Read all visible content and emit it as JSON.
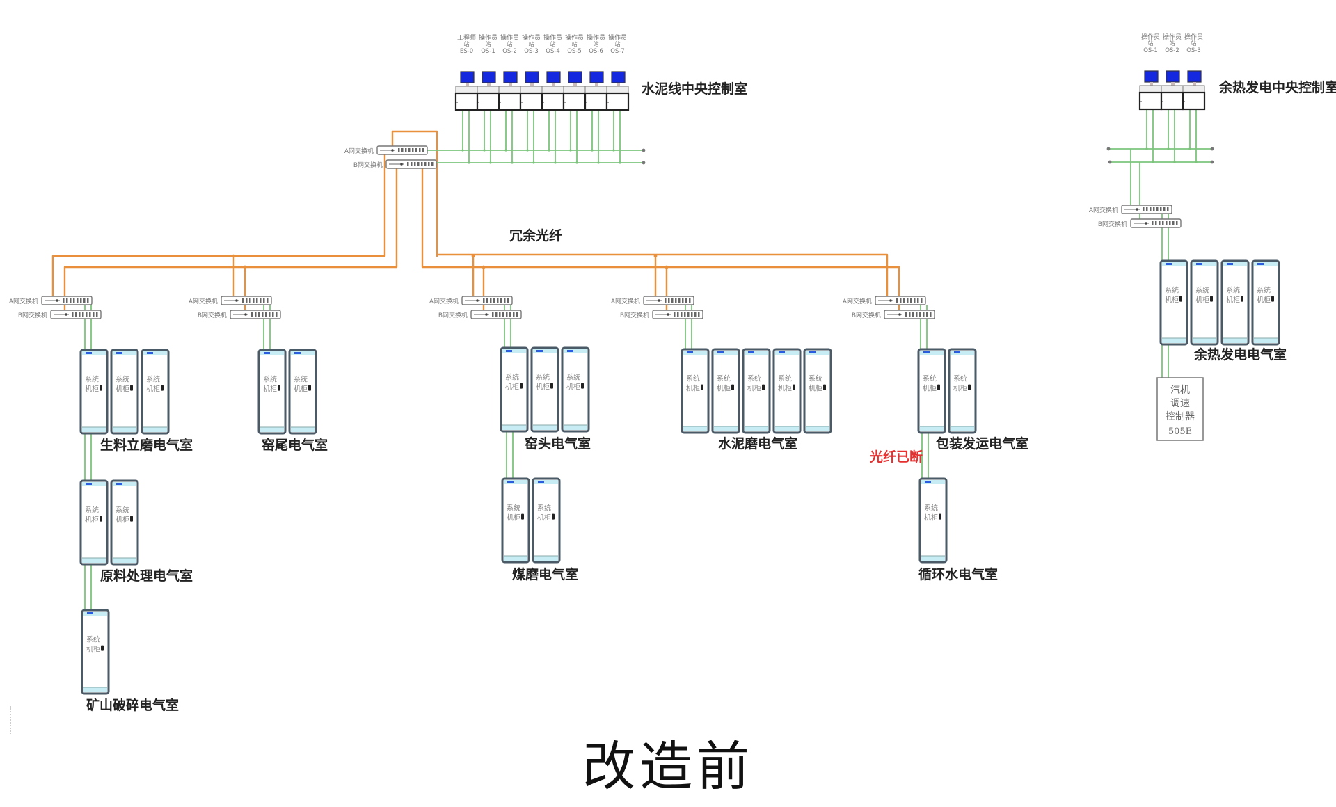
{
  "title": "改造前",
  "colors": {
    "fiber": "#e8903c",
    "network": "#7cc47c",
    "broken_label": "#e53030",
    "monitor": "#1428e0",
    "cabinet_border": "#4a5a66",
    "cabinet_band": "#c8ecf4"
  },
  "fiber_label": "冗余光纤",
  "broken_fiber_label": "光纤已断",
  "switch_labels": {
    "a": "A网交换机",
    "b": "B网交换机"
  },
  "cabinet_label": [
    "系统",
    "机柜"
  ],
  "control_rooms": [
    {
      "id": "cement",
      "name": "水泥线中央控制室",
      "stations": [
        {
          "line1": "工程师",
          "line2": "站",
          "code": "ES-0"
        },
        {
          "line1": "操作员",
          "line2": "站",
          "code": "OS-1"
        },
        {
          "line1": "操作员",
          "line2": "站",
          "code": "OS-2"
        },
        {
          "line1": "操作员",
          "line2": "站",
          "code": "OS-3"
        },
        {
          "line1": "操作员",
          "line2": "站",
          "code": "OS-4"
        },
        {
          "line1": "操作员",
          "line2": "站",
          "code": "OS-5"
        },
        {
          "line1": "操作员",
          "line2": "站",
          "code": "OS-6"
        },
        {
          "line1": "操作员",
          "line2": "站",
          "code": "OS-7"
        }
      ]
    },
    {
      "id": "waste-heat",
      "name": "余热发电中央控制室",
      "stations": [
        {
          "line1": "操作员",
          "line2": "站",
          "code": "OS-1"
        },
        {
          "line1": "操作员",
          "line2": "站",
          "code": "OS-2"
        },
        {
          "line1": "操作员",
          "line2": "站",
          "code": "OS-3"
        }
      ]
    }
  ],
  "electrical_rooms": [
    {
      "id": "raw-mill",
      "name": "生料立磨电气室",
      "cabinets": 3
    },
    {
      "id": "raw-material",
      "name": "原料处理电气室",
      "cabinets": 2
    },
    {
      "id": "mine-crushing",
      "name": "矿山破碎电气室",
      "cabinets": 1
    },
    {
      "id": "kiln-tail",
      "name": "窑尾电气室",
      "cabinets": 2
    },
    {
      "id": "kiln-head",
      "name": "窑头电气室",
      "cabinets": 3
    },
    {
      "id": "coal-mill",
      "name": "煤磨电气室",
      "cabinets": 2
    },
    {
      "id": "cement-mill",
      "name": "水泥磨电气室",
      "cabinets": 5
    },
    {
      "id": "packing",
      "name": "包装发运电气室",
      "cabinets": 2
    },
    {
      "id": "circulating-water",
      "name": "循环水电气室",
      "cabinets": 1
    },
    {
      "id": "waste-heat-power",
      "name": "余热发电电气室",
      "cabinets": 4
    }
  ],
  "turbine_controller": {
    "lines": [
      "汽机",
      "调速",
      "控制器",
      "505E"
    ]
  }
}
